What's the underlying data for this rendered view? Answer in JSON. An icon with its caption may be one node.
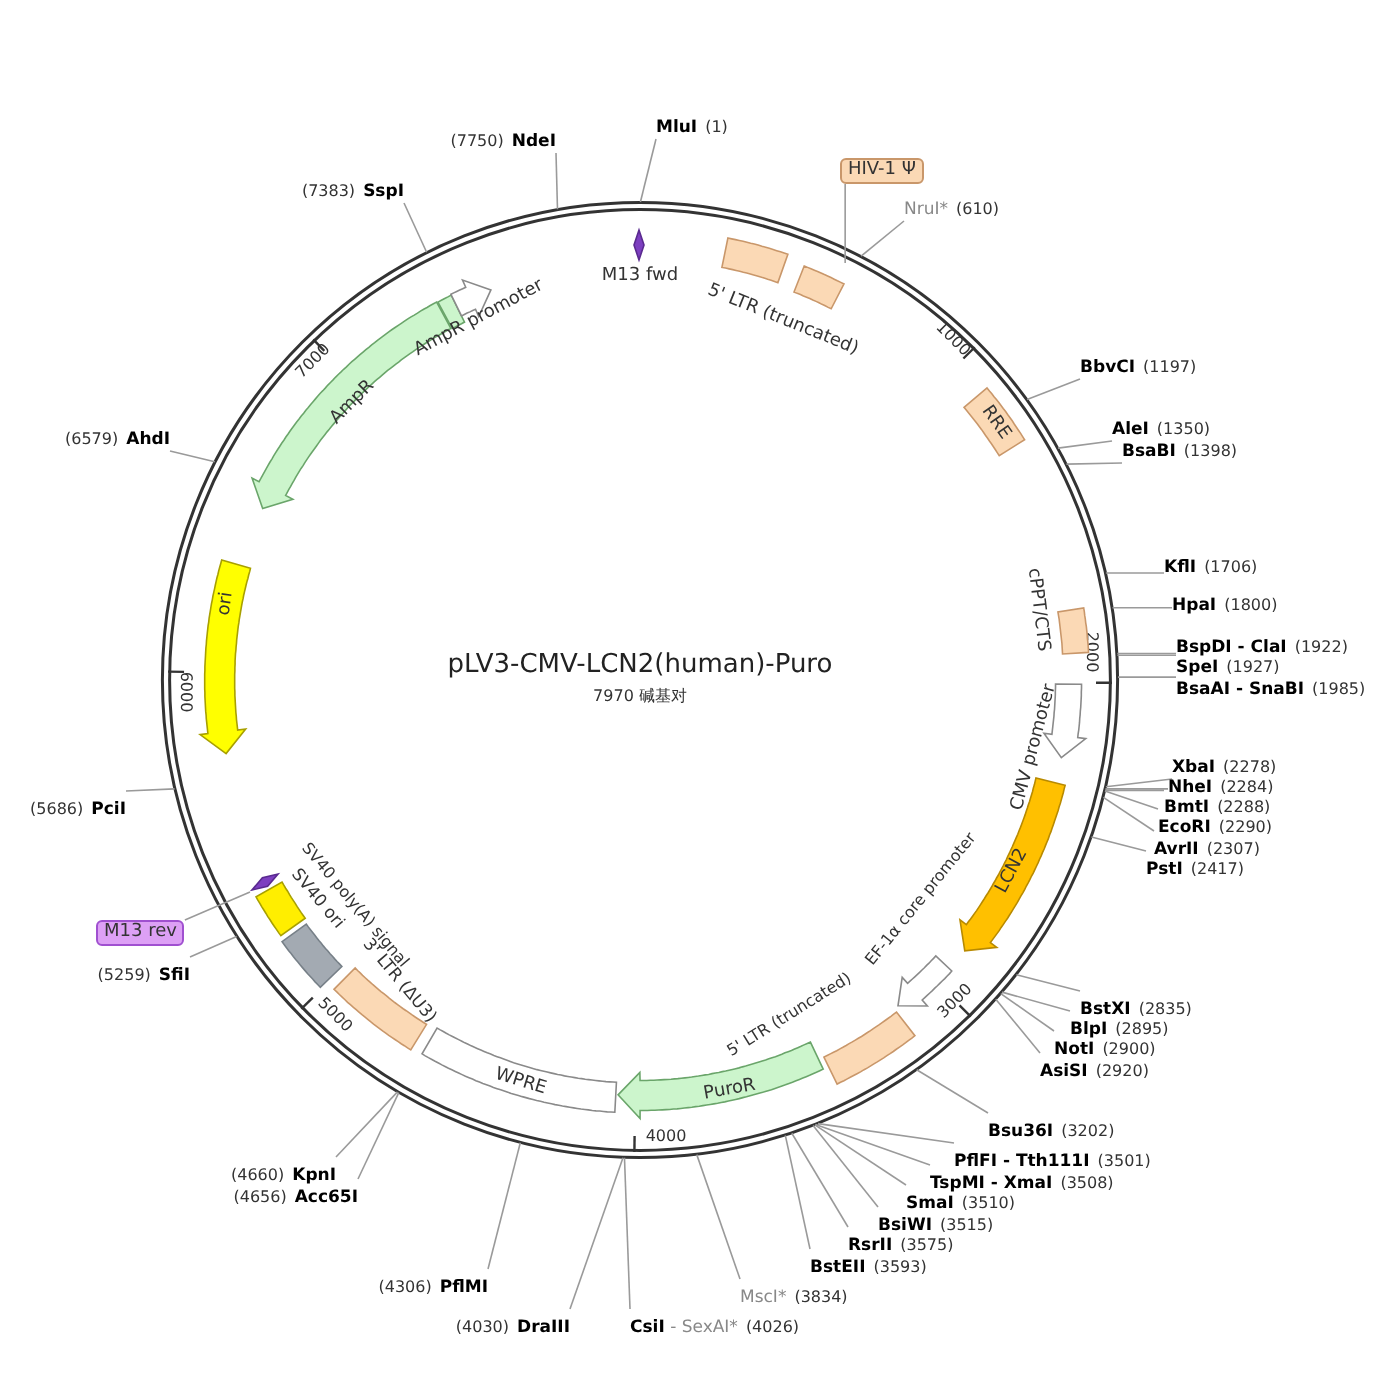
{
  "diagram": {
    "title": "pLV3-CMV-LCN2(human)-Puro",
    "nodes": [
      {
        "text": [],
        "shape": "arrow",
        "beside": [
          "M13 fwd"
        ]
      },
      {
        "text": [],
        "shape": "box",
        "beside": [
          "5' LTR (truncated)"
        ]
      },
      {
        "text": [],
        "shape": "box"
      },
      {
        "text": [
          "HIV-1 Ψ"
        ]
      },
      {
        "text": [
          "RRE"
        ]
      },
      {
        "text": [],
        "shape": "box",
        "beside": [
          "cPPT/CTS"
        ]
      },
      {
        "text": [],
        "shape": "arrow",
        "beside": [
          "CMV promoter"
        ]
      },
      {
        "text": [
          "LCN2"
        ]
      },
      {
        "text": [],
        "shape": "arrow",
        "beside": [
          "EF-1α core promoter"
        ]
      },
      {
        "text": [],
        "shape": "box",
        "beside": [
          "5' LTR (truncated)"
        ]
      },
      {
        "text": [
          "PuroR"
        ]
      },
      {
        "text": [
          "WPRE"
        ]
      },
      {
        "text": [],
        "shape": "box",
        "beside": [
          "3' LTR (ΔU3)"
        ]
      },
      {
        "text": [],
        "shape": "box",
        "beside": [
          "SV40 ori"
        ]
      },
      {
        "text": [],
        "shape": "box",
        "beside": [
          "SV40 poly(A) signal"
        ]
      },
      {
        "text": [],
        "shape": "arrow"
      },
      {
        "text": [
          "M13 rev"
        ]
      },
      {
        "text": [
          "ori"
        ]
      },
      {
        "text": [
          "AmpR"
        ]
      },
      {
        "text": [],
        "shape": "arrow",
        "beside": [
          "AmpR promoter"
        ]
      },
      {
        "text": [
          "MluI",
          "(1)"
        ]
      },
      {
        "text": [
          "NruI*",
          "(610)"
        ]
      },
      {
        "text": [
          "BbvCI",
          "(1197)"
        ]
      },
      {
        "text": [
          "AleI",
          "(1350)"
        ]
      },
      {
        "text": [
          "BsaBI",
          "(1398)"
        ]
      },
      {
        "text": [
          "KflI",
          "(1706)"
        ]
      },
      {
        "text": [
          "HpaI",
          "(1800)"
        ]
      },
      {
        "text": [
          "BspDI - ClaI",
          "(1922)"
        ]
      },
      {
        "text": [
          "SpeI",
          "(1927)"
        ]
      },
      {
        "text": [
          "BsaAI - SnaBI",
          "(1985)"
        ]
      },
      {
        "text": [
          "XbaI",
          "(2278)"
        ]
      },
      {
        "text": [
          "NheI",
          "(2284)"
        ]
      },
      {
        "text": [
          "BmtI",
          "(2288)"
        ]
      },
      {
        "text": [
          "EcoRI",
          "(2290)"
        ]
      },
      {
        "text": [
          "AvrII",
          "(2307)"
        ]
      },
      {
        "text": [
          "PstI",
          "(2417)"
        ]
      },
      {
        "text": [
          "BstXI",
          "(2835)"
        ]
      },
      {
        "text": [
          "BlpI",
          "(2895)"
        ]
      },
      {
        "text": [
          "NotI",
          "(2900)"
        ]
      },
      {
        "text": [
          "AsiSI",
          "(2920)"
        ]
      },
      {
        "text": [
          "Bsu36I",
          "(3202)"
        ]
      },
      {
        "text": [
          "PflFI - Tth111I",
          "(3501)"
        ]
      },
      {
        "text": [
          "TspMI - XmaI",
          "(3508)"
        ]
      },
      {
        "text": [
          "SmaI",
          "(3510)"
        ]
      },
      {
        "text": [
          "BsiWI",
          "(3515)"
        ]
      },
      {
        "text": [
          "RsrII",
          "(3575)"
        ]
      },
      {
        "text": [
          "BstEII",
          "(3593)"
        ]
      },
      {
        "text": [
          "MscI*",
          "(3834)"
        ]
      },
      {
        "text": [
          "**CsiI** - SexAI*",
          "(4026)"
        ]
      },
      {
        "text": [
          "(4030)",
          "DraIII"
        ]
      },
      {
        "text": [
          "(4306)",
          "PflMI"
        ]
      },
      {
        "text": [
          "(4656)",
          "Acc65I"
        ]
      },
      {
        "text": [
          "(4660)",
          "KpnI"
        ]
      },
      {
        "text": [
          "(5259)",
          "SfiI"
        ]
      },
      {
        "text": [
          "(5686)",
          "PciI"
        ]
      },
      {
        "text": [
          "(6579)",
          "AhdI"
        ]
      },
      {
        "text": [
          "(7383)",
          "SspI"
        ]
      },
      {
        "text": [
          "(7750)",
          "NdeI"
        ]
      }
    ],
    "edges": [
      {
        "from": 3,
        "to": 2,
        "arrow": "none"
      },
      {
        "from": 16,
        "to": 15,
        "arrow": "none"
      },
      {
        "from": 20,
        "to": null,
        "arrow": "none"
      },
      {
        "from": 21,
        "to": null,
        "arrow": "none"
      },
      {
        "from": 22,
        "to": null,
        "arrow": "none"
      },
      {
        "from": 23,
        "to": null,
        "arrow": "none"
      },
      {
        "from": 24,
        "to": null,
        "arrow": "none"
      },
      {
        "from": 25,
        "to": null,
        "arrow": "none"
      },
      {
        "from": 26,
        "to": null,
        "arrow": "none"
      },
      {
        "from": 27,
        "to": null,
        "arrow": "none"
      },
      {
        "from": 28,
        "to": null,
        "arrow": "none"
      },
      {
        "from": 29,
        "to": null,
        "arrow": "none"
      },
      {
        "from": 30,
        "to": null,
        "arrow": "none"
      },
      {
        "from": 31,
        "to": null,
        "arrow": "none"
      },
      {
        "from": 32,
        "to": null,
        "arrow": "none"
      },
      {
        "from": 33,
        "to": null,
        "arrow": "none"
      },
      {
        "from": 34,
        "to": null,
        "arrow": "none"
      },
      {
        "from": 35,
        "to": null,
        "arrow": "none"
      },
      {
        "from": 36,
        "to": null,
        "arrow": "none"
      },
      {
        "from": 37,
        "to": null,
        "arrow": "none"
      },
      {
        "from": 38,
        "to": null,
        "arrow": "none"
      },
      {
        "from": 39,
        "to": null,
        "arrow": "none"
      },
      {
        "from": 40,
        "to": null,
        "arrow": "none"
      },
      {
        "from": 41,
        "to": null,
        "arrow": "none"
      },
      {
        "from": 42,
        "to": null,
        "arrow": "none"
      },
      {
        "from": 43,
        "to": null,
        "arrow": "none"
      },
      {
        "from": 44,
        "to": null,
        "arrow": "none"
      },
      {
        "from": 45,
        "to": null,
        "arrow": "none"
      },
      {
        "from": 46,
        "to": null,
        "arrow": "none"
      },
      {
        "from": 47,
        "to": null,
        "arrow": "none"
      },
      {
        "from": 48,
        "to": null,
        "arrow": "none"
      },
      {
        "from": 49,
        "to": null,
        "arrow": "none"
      },
      {
        "from": 50,
        "to": null,
        "arrow": "none"
      },
      {
        "from": 51,
        "to": null,
        "arrow": "none"
      },
      {
        "from": 52,
        "to": null,
        "arrow": "none"
      },
      {
        "from": 53,
        "to": null,
        "arrow": "none"
      },
      {
        "from": 54,
        "to": null,
        "arrow": "none"
      },
      {
        "from": 55,
        "to": null,
        "arrow": "none"
      },
      {
        "from": 56,
        "to": null,
        "arrow": "none"
      },
      {
        "from": 57,
        "to": null,
        "arrow": "none"
      }
    ],
    "labels": [
      "1000",
      "2000",
      "3000",
      "4000",
      "5000",
      "6000",
      "7000",
      "7970 碱基对"
    ]
  }
}
